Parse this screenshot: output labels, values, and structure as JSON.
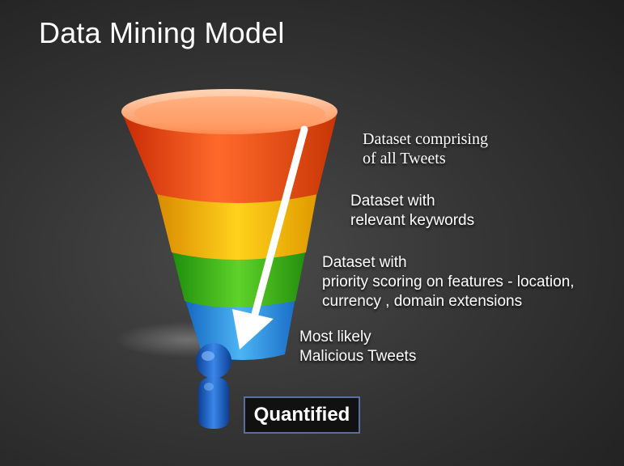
{
  "slide": {
    "title": "Data Mining Model"
  },
  "funnel": {
    "layers": [
      {
        "name": "tweets-layer",
        "color": "#f04a12"
      },
      {
        "name": "keywords-layer",
        "color": "#f7b410"
      },
      {
        "name": "priority-layer",
        "color": "#37b41a"
      },
      {
        "name": "malicious-layer",
        "color": "#2a92df"
      }
    ]
  },
  "labels": {
    "all_tweets": [
      "Dataset comprising",
      "of all Tweets"
    ],
    "keywords": [
      "Dataset with",
      "relevant keywords"
    ],
    "priority": [
      "Dataset with",
      "priority scoring on features - location,",
      "currency , domain extensions"
    ],
    "malicious": [
      "Most likely",
      "Malicious Tweets"
    ]
  },
  "result": {
    "label": "Quantified",
    "icon": "person-icon"
  }
}
